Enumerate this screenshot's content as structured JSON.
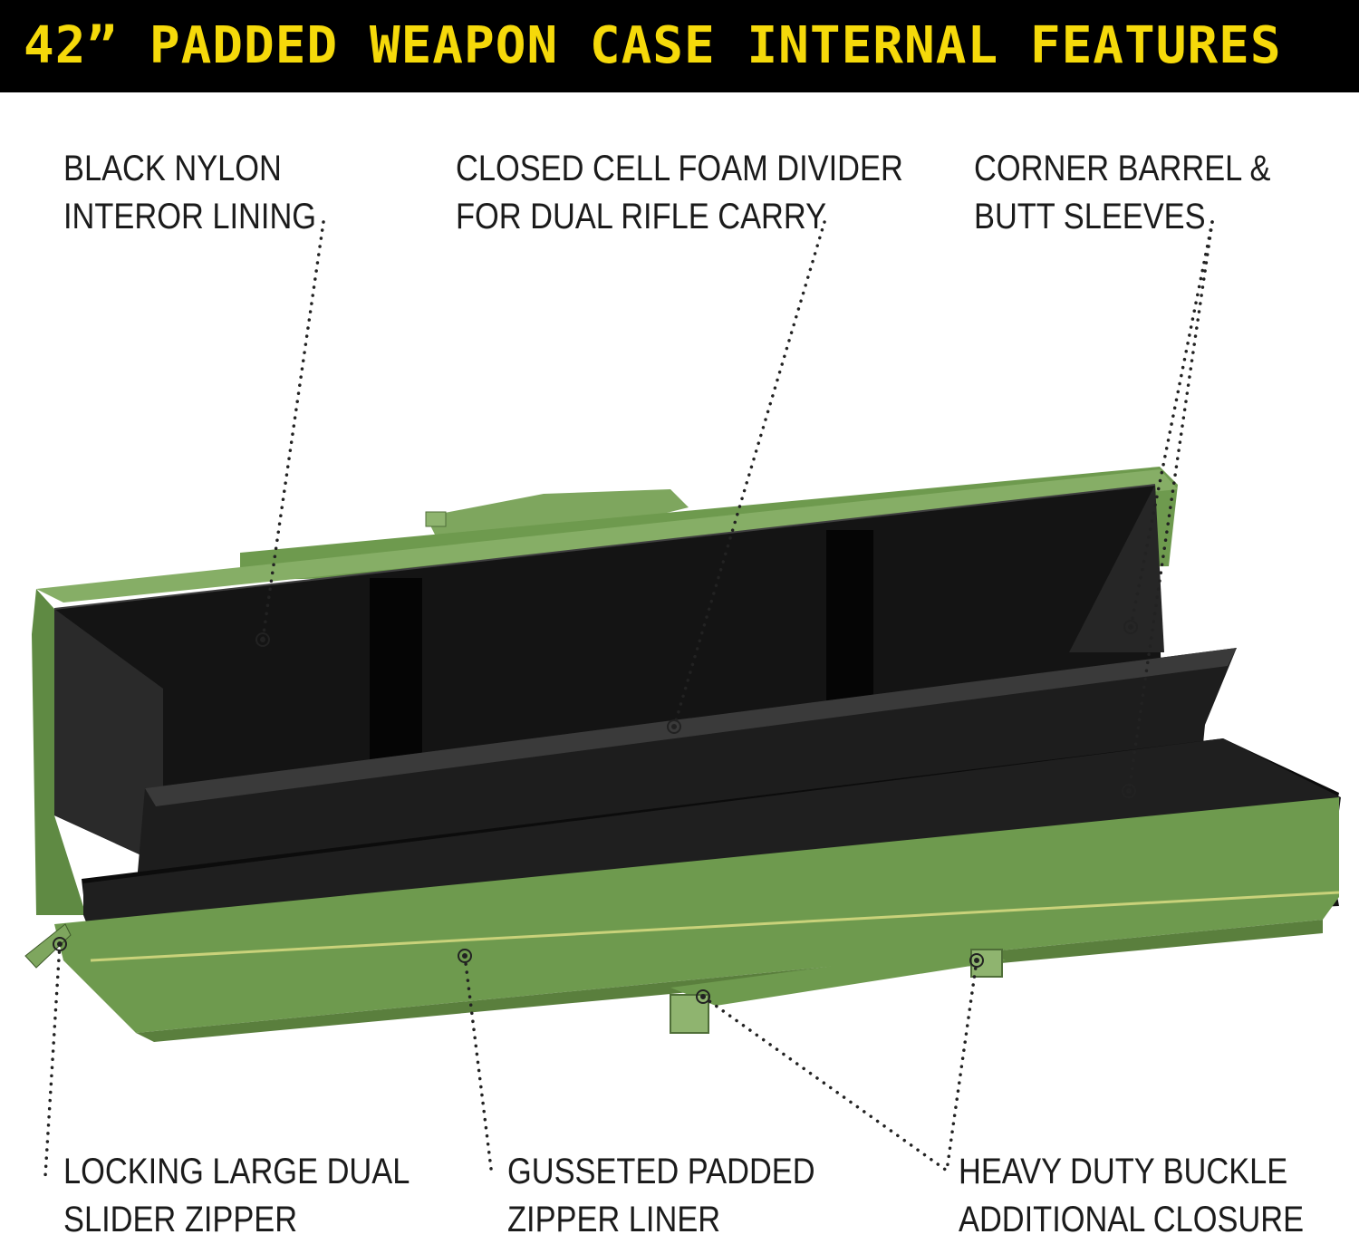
{
  "header": {
    "title": "42” PADDED WEAPON CASE INTERNAL FEATURES"
  },
  "colors": {
    "banner": "#000000",
    "title": "#f5d90a",
    "case_green": "#6e9a4e",
    "lining": "#111111"
  },
  "callouts": [
    {
      "line1": "BLACK NYLON",
      "line2": "INTEROR LINING"
    },
    {
      "line1": "CLOSED CELL FOAM DIVIDER",
      "line2": "FOR DUAL RIFLE CARRY"
    },
    {
      "line1": "CORNER BARREL &",
      "line2": "BUTT SLEEVES"
    },
    {
      "line1": "LOCKING LARGE DUAL",
      "line2": "SLIDER ZIPPER"
    },
    {
      "line1": "GUSSETED PADDED",
      "line2": "ZIPPER LINER"
    },
    {
      "line1": "HEAVY DUTY BUCKLE",
      "line2": "ADDITIONAL CLOSURE"
    }
  ]
}
